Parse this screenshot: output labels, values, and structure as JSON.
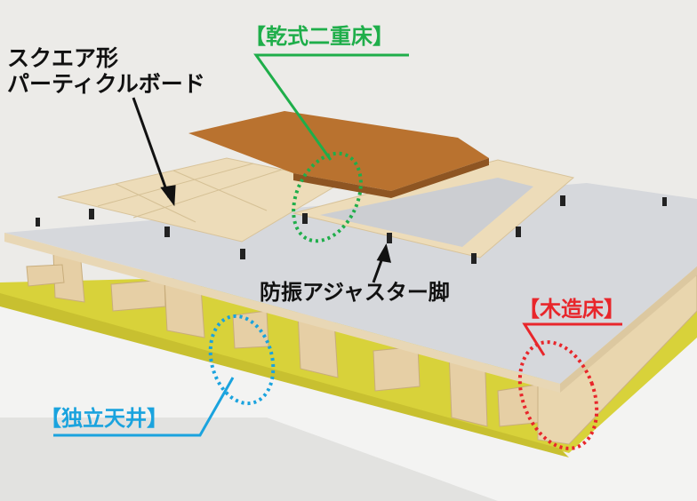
{
  "labels": {
    "particle_board_line1": "スクエア形",
    "particle_board_line2": "パーティクルボード",
    "dry_double_floor": "【乾式二重床】",
    "adjuster_legs": "防振アジャスター脚",
    "wooden_floor": "【木造床】",
    "independent_ceiling": "【独立天井】"
  },
  "colors": {
    "dry_double_floor": "#1fae4a",
    "wooden_floor": "#e8262b",
    "independent_ceiling": "#1aa3de"
  }
}
